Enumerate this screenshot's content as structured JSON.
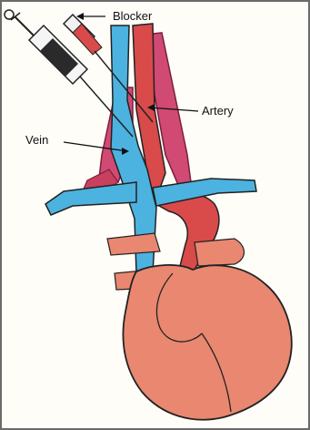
{
  "labels": {
    "blocker": "Blocker",
    "artery": "Artery",
    "vein": "Vein"
  },
  "colors": {
    "paper": "#fefdf8",
    "vein_blue": "#4cb2df",
    "artery_red": "#d94a4a",
    "muscle_pink": "#d04a74",
    "heart_orange": "#e98770",
    "outline": "#222222",
    "border": "#6b6b6b"
  },
  "icons": {
    "syringe_upper": "syringe-icon",
    "syringe_lower": "syringe-icon",
    "blocker_syringe": "blocker-syringe-icon"
  }
}
